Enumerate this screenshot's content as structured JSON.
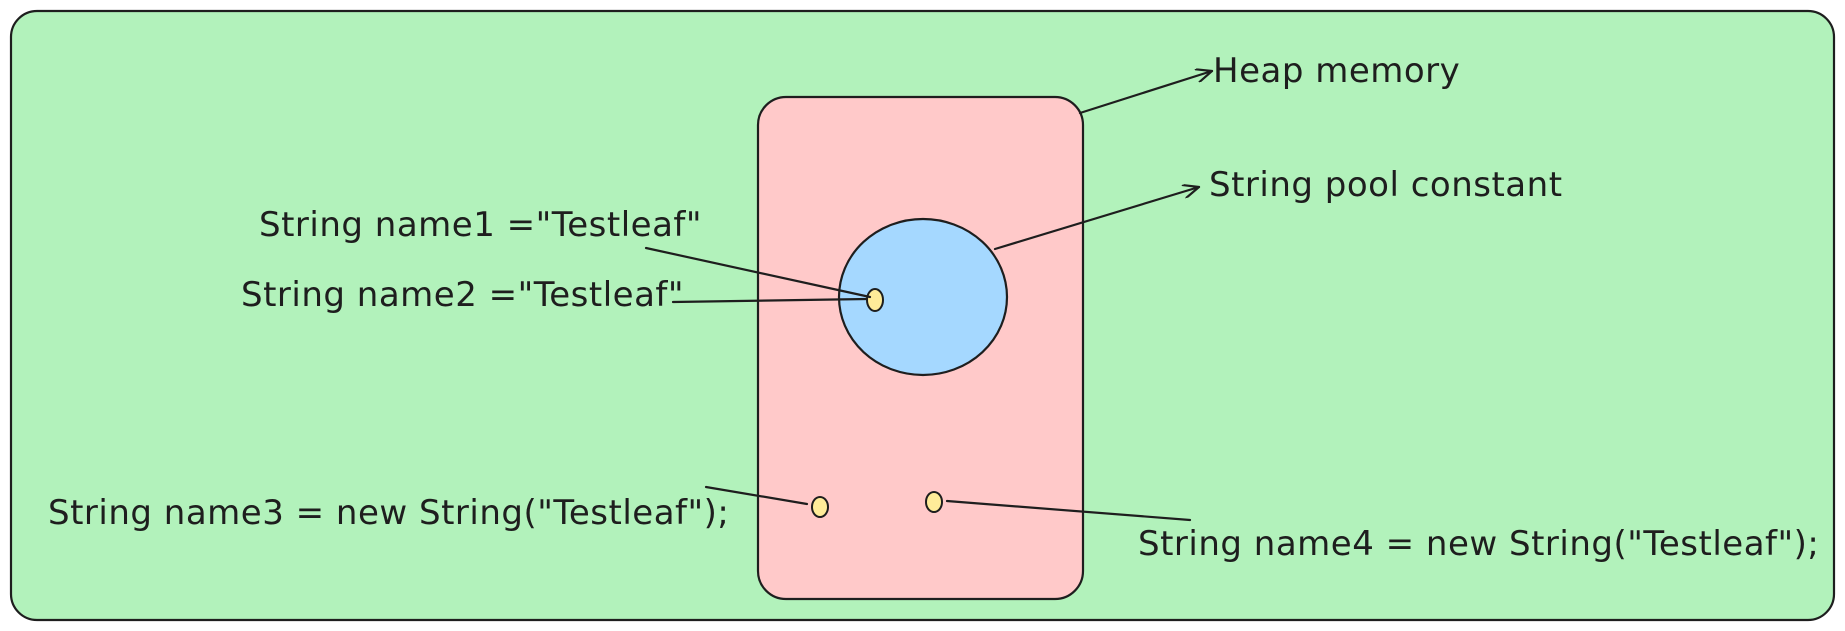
{
  "colors": {
    "background_panel": "#b2f2bb",
    "heap_region": "#ffc9c9",
    "string_pool": "#a5d8ff",
    "object_dot": "#ffec99",
    "ink": "#1e1e1e"
  },
  "labels": {
    "heap_memory": "Heap memory",
    "string_pool_constant": "String pool constant",
    "name1": "String name1 =\"Testleaf\"",
    "name2": "String name2 =\"Testleaf\"",
    "name3": "String name3 = new String(\"Testleaf\");",
    "name4": "String name4 = new String(\"Testleaf\");"
  }
}
